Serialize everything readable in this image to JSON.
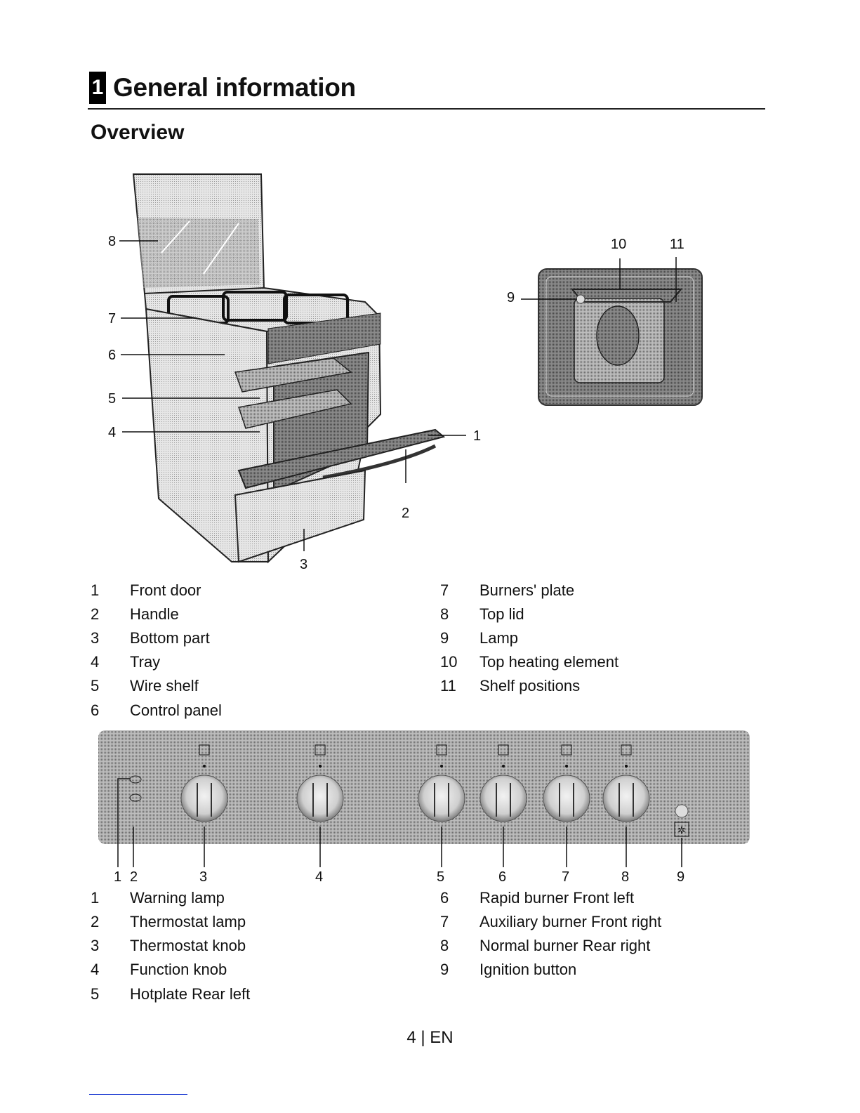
{
  "chapter": {
    "number": "1",
    "title": "General information"
  },
  "section": {
    "title": "Overview"
  },
  "oven_figure": {
    "callouts": [
      "1",
      "2",
      "3",
      "4",
      "5",
      "6",
      "7",
      "8"
    ],
    "interior_callouts": [
      "9",
      "10",
      "11"
    ]
  },
  "parts_legend": {
    "left": [
      {
        "n": "1",
        "label": "Front door"
      },
      {
        "n": "2",
        "label": "Handle"
      },
      {
        "n": "3",
        "label": "Bottom part"
      },
      {
        "n": "4",
        "label": "Tray"
      },
      {
        "n": "5",
        "label": "Wire shelf"
      },
      {
        "n": "6",
        "label": "Control panel"
      }
    ],
    "right": [
      {
        "n": "7",
        "label": "Burners' plate"
      },
      {
        "n": "8",
        "label": "Top lid"
      },
      {
        "n": "9",
        "label": "Lamp"
      },
      {
        "n": "10",
        "label": "Top heating element"
      },
      {
        "n": "11",
        "label": "Shelf positions"
      }
    ]
  },
  "control_panel_figure": {
    "callouts": [
      "1",
      "2",
      "3",
      "4",
      "5",
      "6",
      "7",
      "8",
      "9"
    ],
    "icons": [
      "thermostat-icon",
      "function-icon",
      "hotplate-rear-left-icon",
      "burner-front-left-icon",
      "burner-front-right-icon",
      "burner-rear-right-icon",
      "ignition-icon"
    ]
  },
  "controls_legend": {
    "left": [
      {
        "n": "1",
        "label": "Warning lamp"
      },
      {
        "n": "2",
        "label": "Thermostat lamp"
      },
      {
        "n": "3",
        "label": "Thermostat knob"
      },
      {
        "n": "4",
        "label": "Function knob"
      },
      {
        "n": "5",
        "label": "Hotplate Rear left"
      }
    ],
    "right": [
      {
        "n": "6",
        "label": "Rapid burner Front left"
      },
      {
        "n": "7",
        "label": "Auxiliary burner Front right"
      },
      {
        "n": "8",
        "label": "Normal burner Rear right"
      },
      {
        "n": "9",
        "label": "Ignition button"
      }
    ]
  },
  "footer": {
    "page": "4 | EN"
  },
  "colors": {
    "text": "#111111",
    "panel": "#9a9a9a",
    "link": "#1030d0"
  }
}
